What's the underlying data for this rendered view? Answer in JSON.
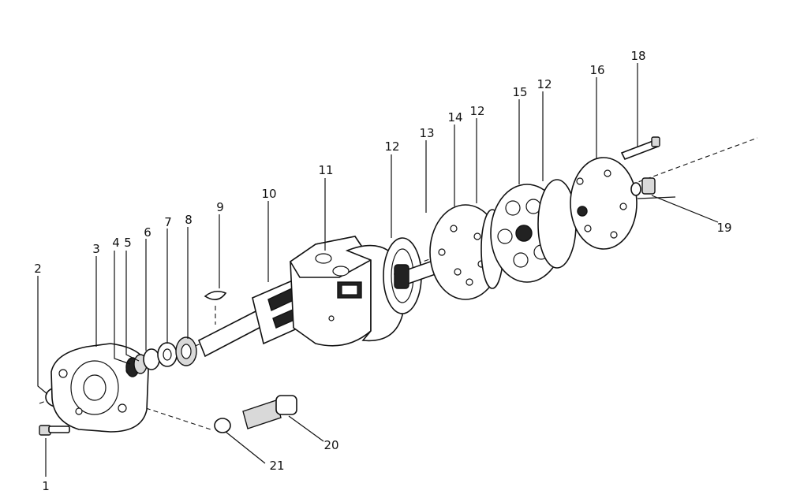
{
  "labels": {
    "l1": "1",
    "l2": "2",
    "l3": "3",
    "l4": "4",
    "l5": "5",
    "l6": "6",
    "l7": "7",
    "l8": "8",
    "l9": "9",
    "l10": "10",
    "l11": "11",
    "l12a": "12",
    "l12b": "12",
    "l12c": "12",
    "l13": "13",
    "l14": "14",
    "l15": "15",
    "l16": "16",
    "l18": "18",
    "l19": "19",
    "l20": "20",
    "l21": "21"
  }
}
